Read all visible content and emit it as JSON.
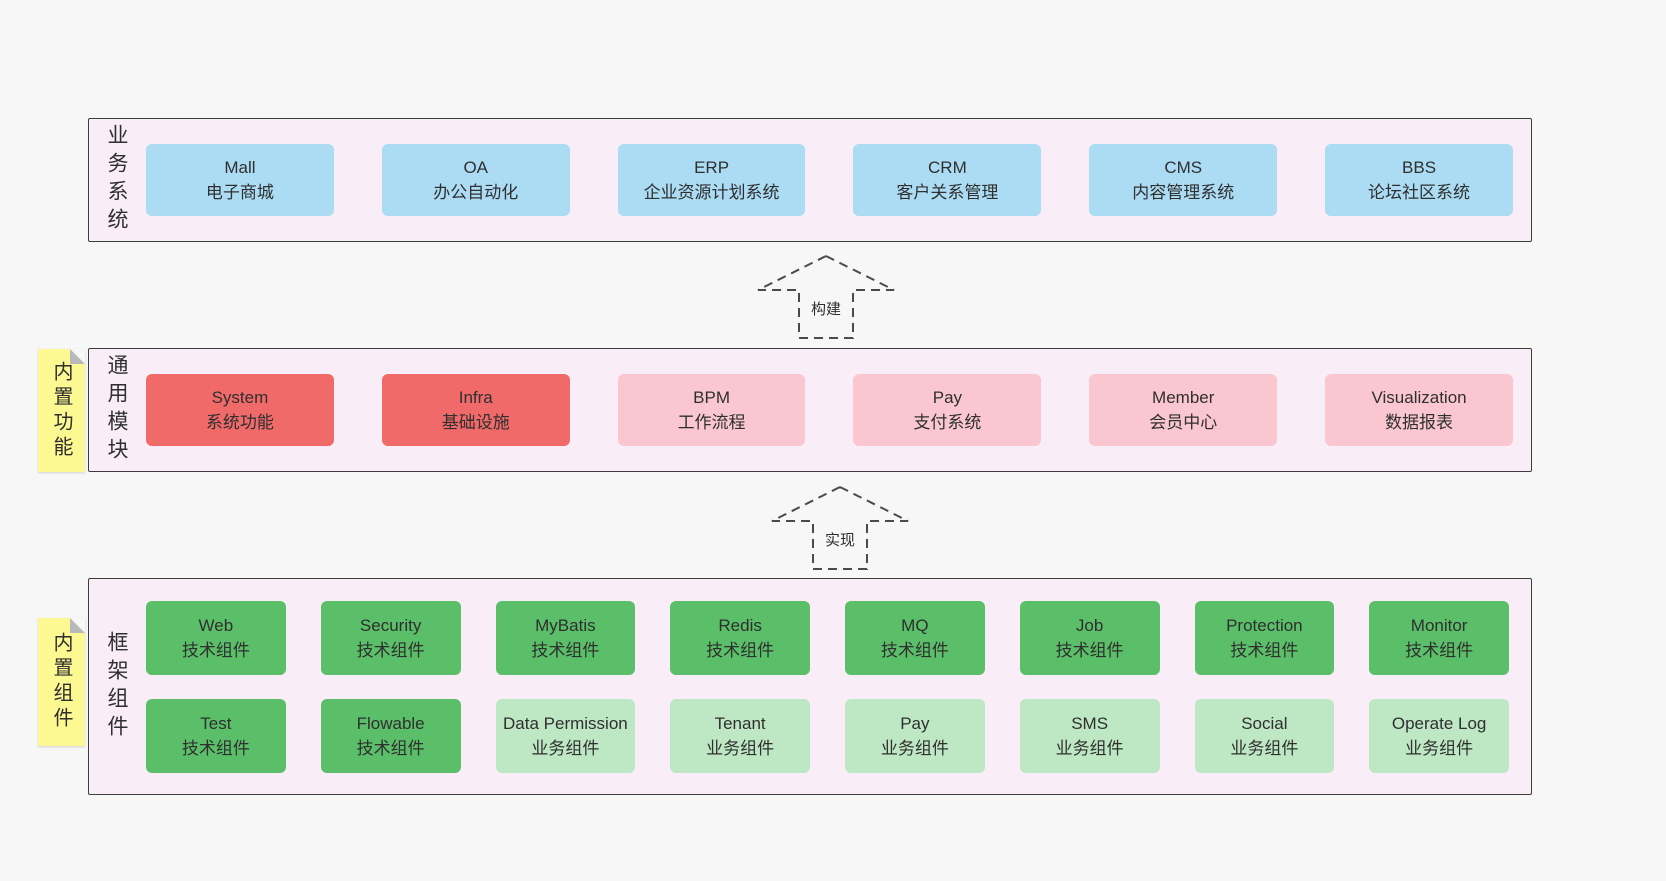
{
  "colors": {
    "blue": "#abdcf3",
    "red": "#f06a6a",
    "pink": "#fac7d0",
    "green": "#5abf68",
    "light_green": "#bde8c3",
    "band_bg": "#f9eef8",
    "sticky": "#fdf992"
  },
  "arrows": [
    {
      "label": "构建"
    },
    {
      "label": "实现"
    }
  ],
  "stickies": [
    {
      "label": "内置功能"
    },
    {
      "label": "内置组件"
    }
  ],
  "bands": [
    {
      "label": "业务系统",
      "boxes": [
        {
          "title": "Mall",
          "subtitle": "电子商城"
        },
        {
          "title": "OA",
          "subtitle": "办公自动化"
        },
        {
          "title": "ERP",
          "subtitle": "企业资源计划系统"
        },
        {
          "title": "CRM",
          "subtitle": "客户关系管理"
        },
        {
          "title": "CMS",
          "subtitle": "内容管理系统"
        },
        {
          "title": "BBS",
          "subtitle": "论坛社区系统"
        }
      ]
    },
    {
      "label": "通用模块",
      "boxes": [
        {
          "title": "System",
          "subtitle": "系统功能"
        },
        {
          "title": "Infra",
          "subtitle": "基础设施"
        },
        {
          "title": "BPM",
          "subtitle": "工作流程"
        },
        {
          "title": "Pay",
          "subtitle": "支付系统"
        },
        {
          "title": "Member",
          "subtitle": "会员中心"
        },
        {
          "title": "Visualization",
          "subtitle": "数据报表"
        }
      ]
    },
    {
      "label": "框架组件",
      "rows": [
        [
          {
            "title": "Web",
            "subtitle": "技术组件"
          },
          {
            "title": "Security",
            "subtitle": "技术组件"
          },
          {
            "title": "MyBatis",
            "subtitle": "技术组件"
          },
          {
            "title": "Redis",
            "subtitle": "技术组件"
          },
          {
            "title": "MQ",
            "subtitle": "技术组件"
          },
          {
            "title": "Job",
            "subtitle": "技术组件"
          },
          {
            "title": "Protection",
            "subtitle": "技术组件"
          },
          {
            "title": "Monitor",
            "subtitle": "技术组件"
          }
        ],
        [
          {
            "title": "Test",
            "subtitle": "技术组件"
          },
          {
            "title": "Flowable",
            "subtitle": "技术组件"
          },
          {
            "title": "Data Permission",
            "subtitle": "业务组件"
          },
          {
            "title": "Tenant",
            "subtitle": "业务组件"
          },
          {
            "title": "Pay",
            "subtitle": "业务组件"
          },
          {
            "title": "SMS",
            "subtitle": "业务组件"
          },
          {
            "title": "Social",
            "subtitle": "业务组件"
          },
          {
            "title": "Operate Log",
            "subtitle": "业务组件"
          }
        ]
      ]
    }
  ]
}
